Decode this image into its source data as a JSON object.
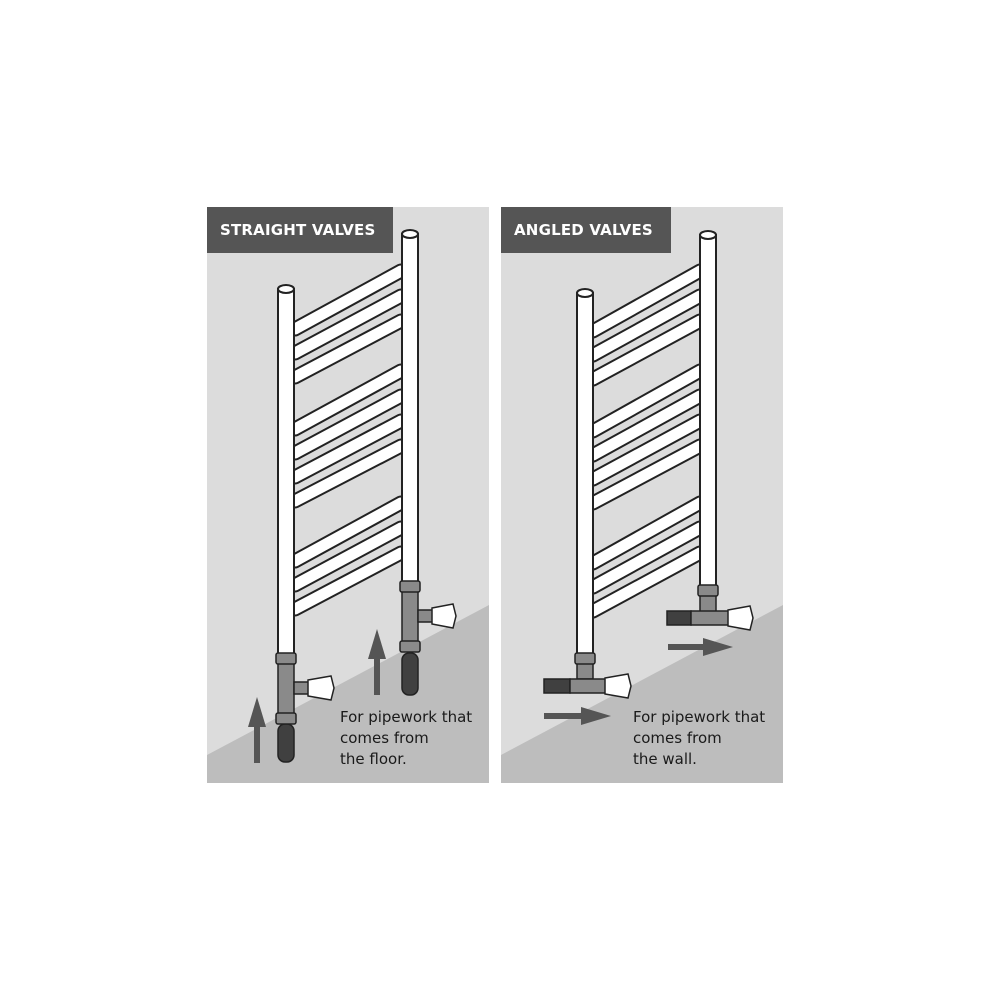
{
  "colors": {
    "panel_bg": "#dcdcdc",
    "floor": "#bdbdbd",
    "title_bg": "#555555",
    "pipe": "#ffffff",
    "valve_body": "#8a8a8a",
    "supply_pipe": "#404040",
    "arrow": "#555555"
  },
  "panels": [
    {
      "title": "STRAIGHT VALVES",
      "caption_lines": [
        "For pipework that",
        "comes from",
        "the floor."
      ],
      "arrow_direction": "up",
      "icons": [
        "towel-rail",
        "straight-valve",
        "arrow-up-icon"
      ]
    },
    {
      "title": "ANGLED VALVES",
      "caption_lines": [
        "For pipework that",
        "comes from",
        "the wall."
      ],
      "arrow_direction": "right",
      "icons": [
        "towel-rail",
        "angled-valve",
        "arrow-right-icon"
      ]
    }
  ]
}
